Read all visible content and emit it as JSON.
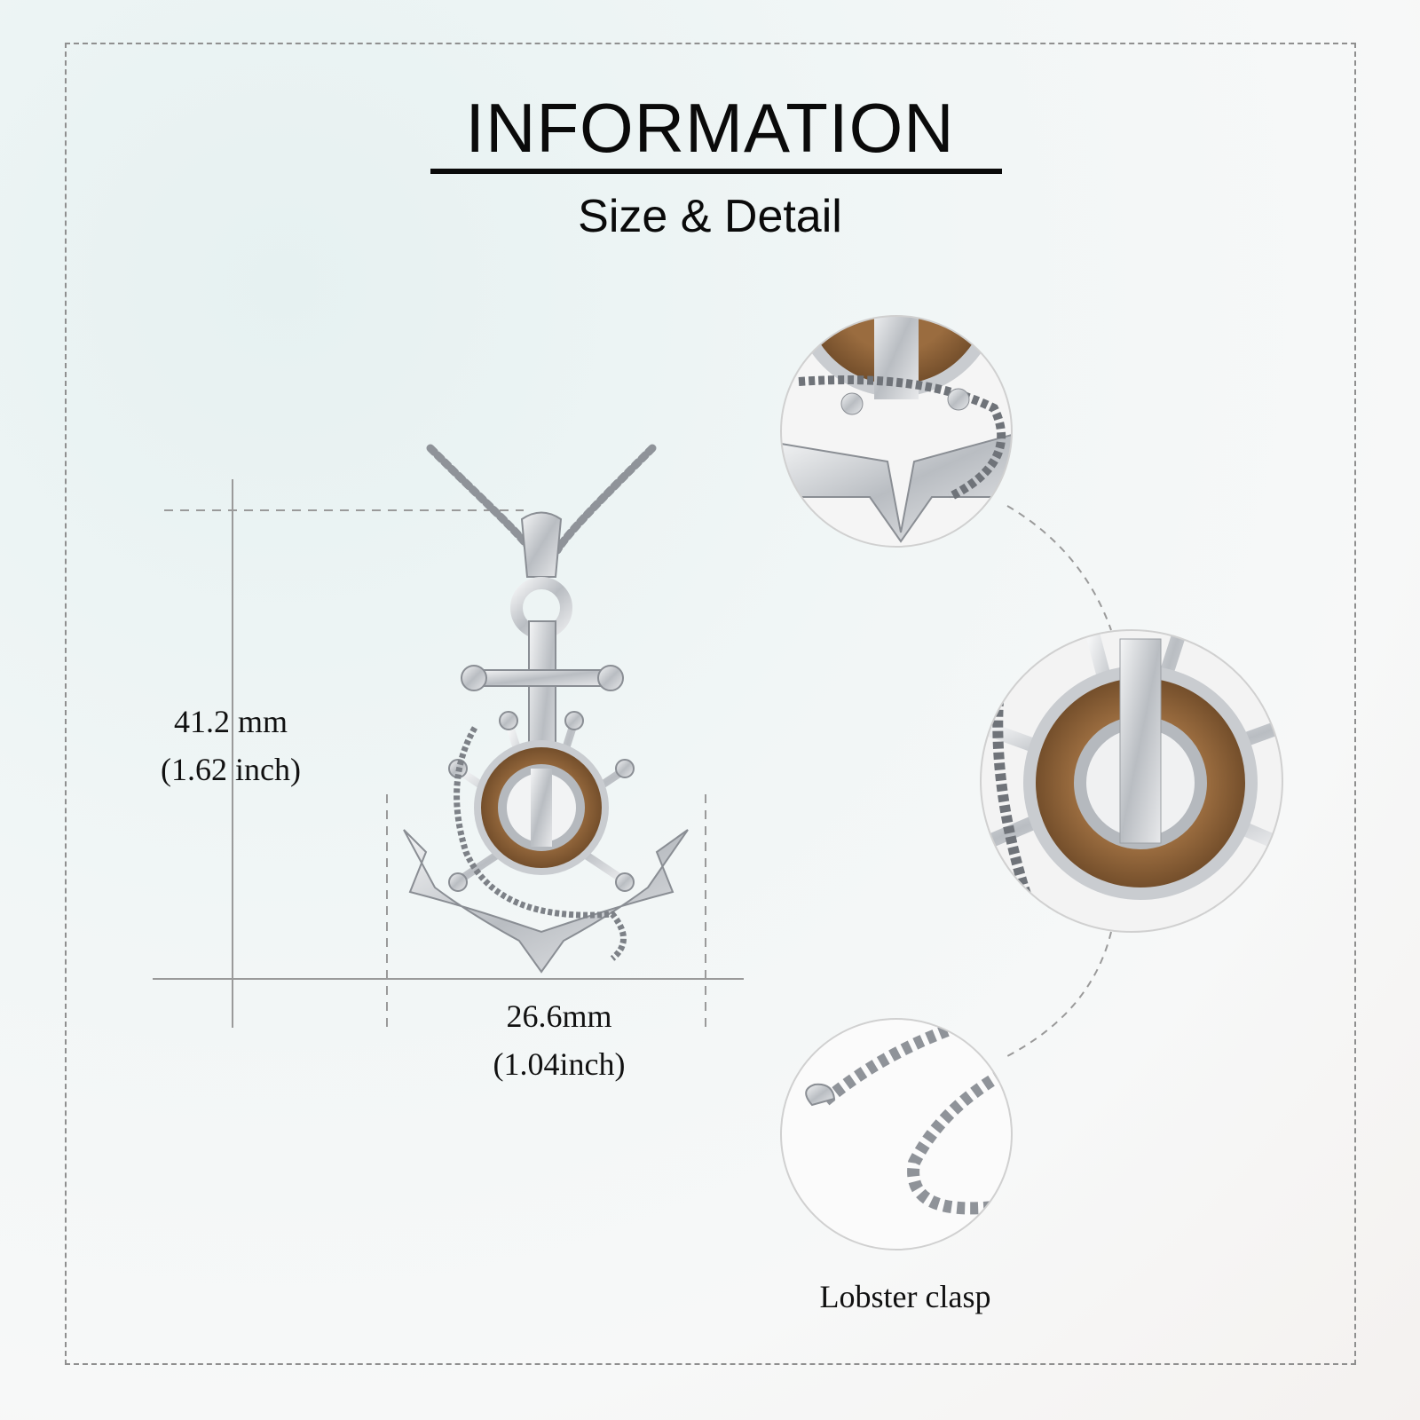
{
  "header": {
    "title": "INFORMATION",
    "subtitle": "Size & Detail"
  },
  "dimensions": {
    "height_mm": "41.2 mm",
    "height_inch": "(1.62 inch)",
    "width_mm": "26.6mm",
    "width_inch": "(1.04inch)"
  },
  "details": {
    "clasp_caption": "Lobster clasp"
  },
  "colors": {
    "silver": "#c9ccd0",
    "wood": "#8a6036",
    "text": "#0a0a0a"
  }
}
